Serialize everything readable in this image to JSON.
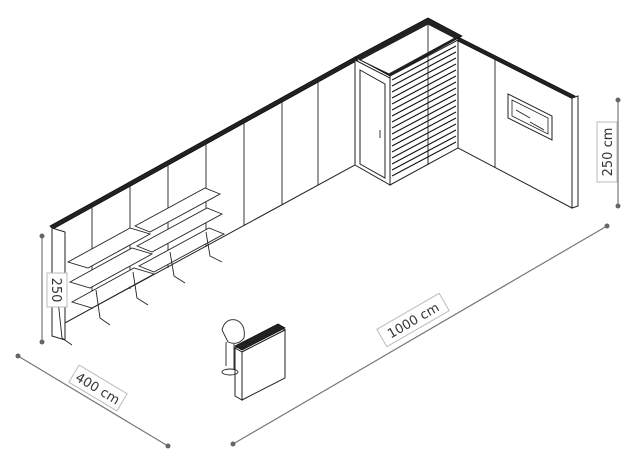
{
  "dimensions": {
    "width_label": "400 cm",
    "length_label": "1000 cm",
    "height_label": "250 cm",
    "left_height_label": "250"
  },
  "colors": {
    "line": "#222222",
    "dimension": "#777777",
    "slats": "#111111"
  },
  "objects": {
    "shelving": "wall-shelving-units",
    "door": "door",
    "slatted_wall": "slatted-wall-panel",
    "screen": "wall-mounted-screen",
    "counter": "reception-counter",
    "chair": "chair"
  }
}
